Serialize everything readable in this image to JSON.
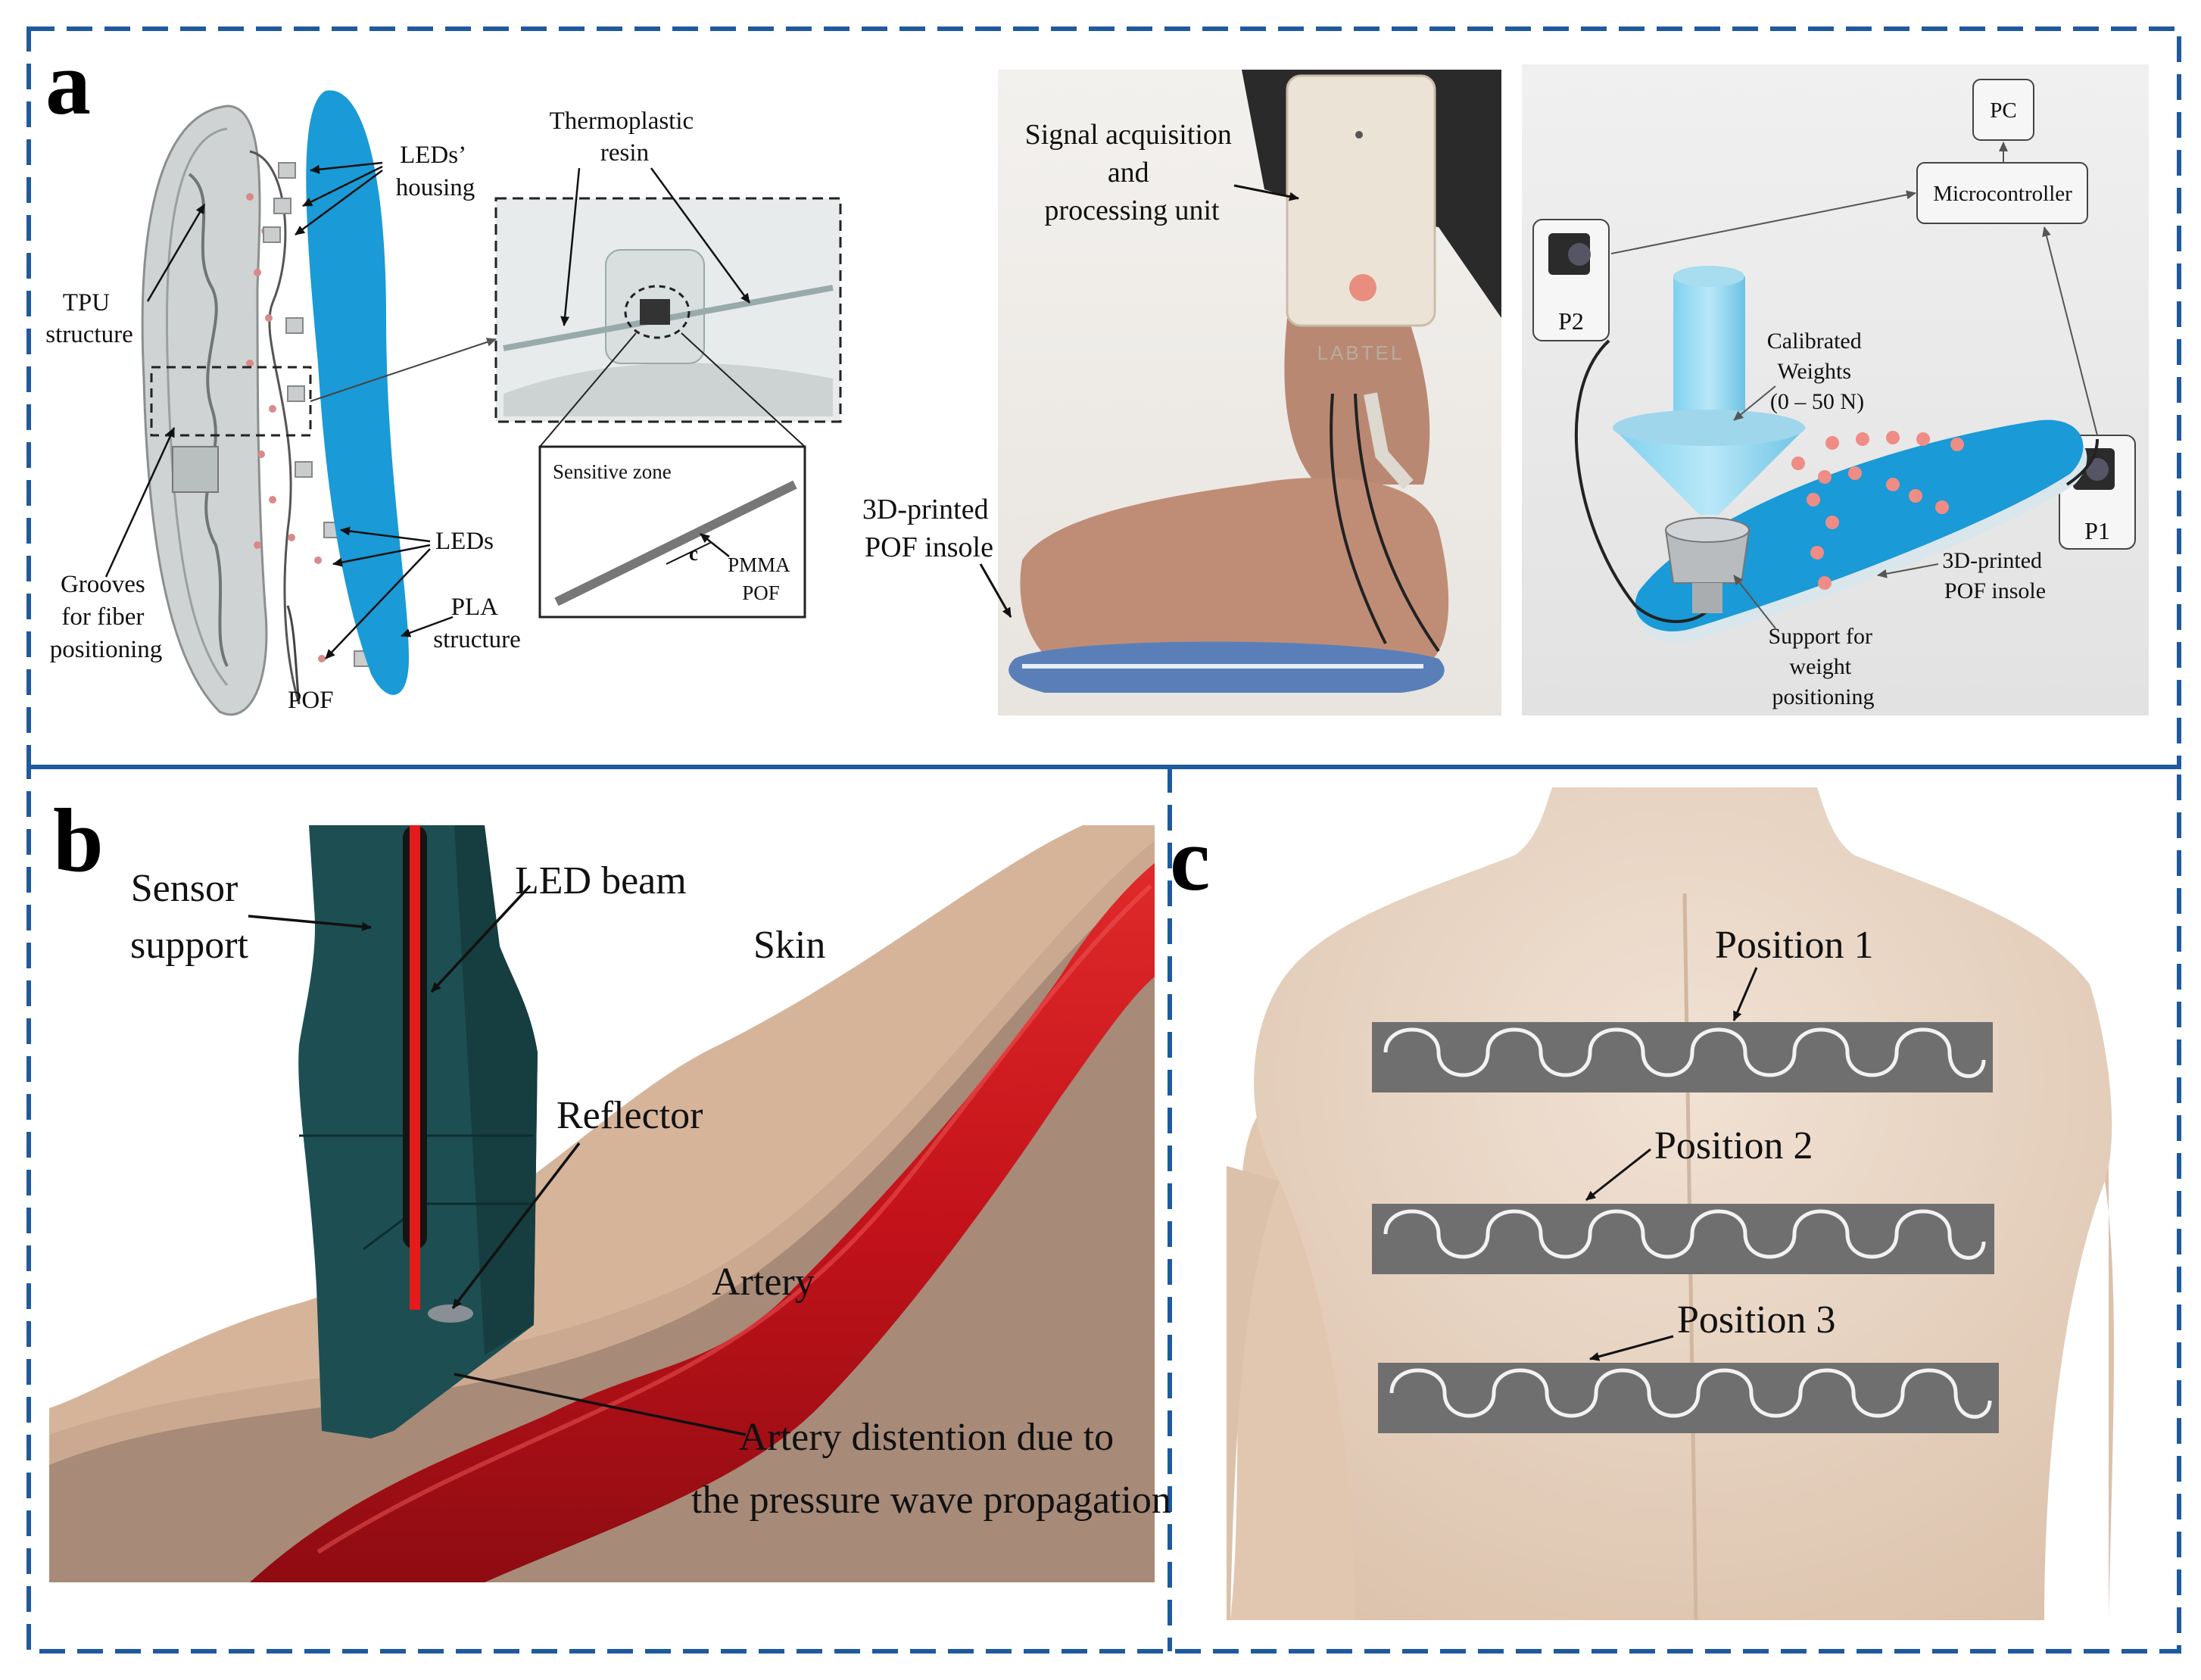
{
  "panels": {
    "a": {
      "letter": "a",
      "insole_labels": {
        "tpu": [
          "TPU",
          "structure"
        ],
        "leds_housing": [
          "LEDs’",
          "housing"
        ],
        "thermoplastic": [
          "Thermoplastic",
          "resin"
        ],
        "grooves": [
          "Grooves",
          "for fiber",
          "positioning"
        ],
        "leds": "LEDs",
        "pla": [
          "PLA",
          "structure"
        ],
        "pof": "POF",
        "sensitive_zone": "Sensitive zone",
        "c": "c",
        "pmma": [
          "PMMA",
          "POF"
        ]
      },
      "photo_labels": {
        "signal_unit": [
          "Signal acquisition",
          "and",
          "processing unit"
        ],
        "insole": [
          "3D-printed",
          "POF insole"
        ],
        "device_brand": "LABTEL"
      },
      "setup_labels": {
        "pc": "PC",
        "microcontroller": "Microcontroller",
        "p2": "P2",
        "p1": "P1",
        "weights": [
          "Calibrated",
          "Weights",
          "(0 – 50 N)"
        ],
        "insole": [
          "3D-printed",
          "POF insole"
        ],
        "support": [
          "Support for",
          "weight",
          "positioning"
        ]
      }
    },
    "b": {
      "letter": "b",
      "labels": {
        "sensor_support": [
          "Sensor",
          "support"
        ],
        "led_beam": "LED beam",
        "skin": "Skin",
        "reflector": "Reflector",
        "artery": "Artery",
        "distention": [
          "Artery distention due to",
          "the pressure wave propagation"
        ]
      }
    },
    "c": {
      "letter": "c",
      "positions": [
        "Position 1",
        "Position 2",
        "Position 3"
      ]
    }
  },
  "colors": {
    "frame_dashes": "#1f5a9e",
    "insole_blue": "#1a9ad6",
    "artery_red": "#c8141e",
    "skin_tan": "#d6b49a",
    "tissue_brown": "#a88a78",
    "sensor_teal": "#1d4f52",
    "strip_gray": "#6f6f6f",
    "back_skin": "#ead7c6"
  }
}
